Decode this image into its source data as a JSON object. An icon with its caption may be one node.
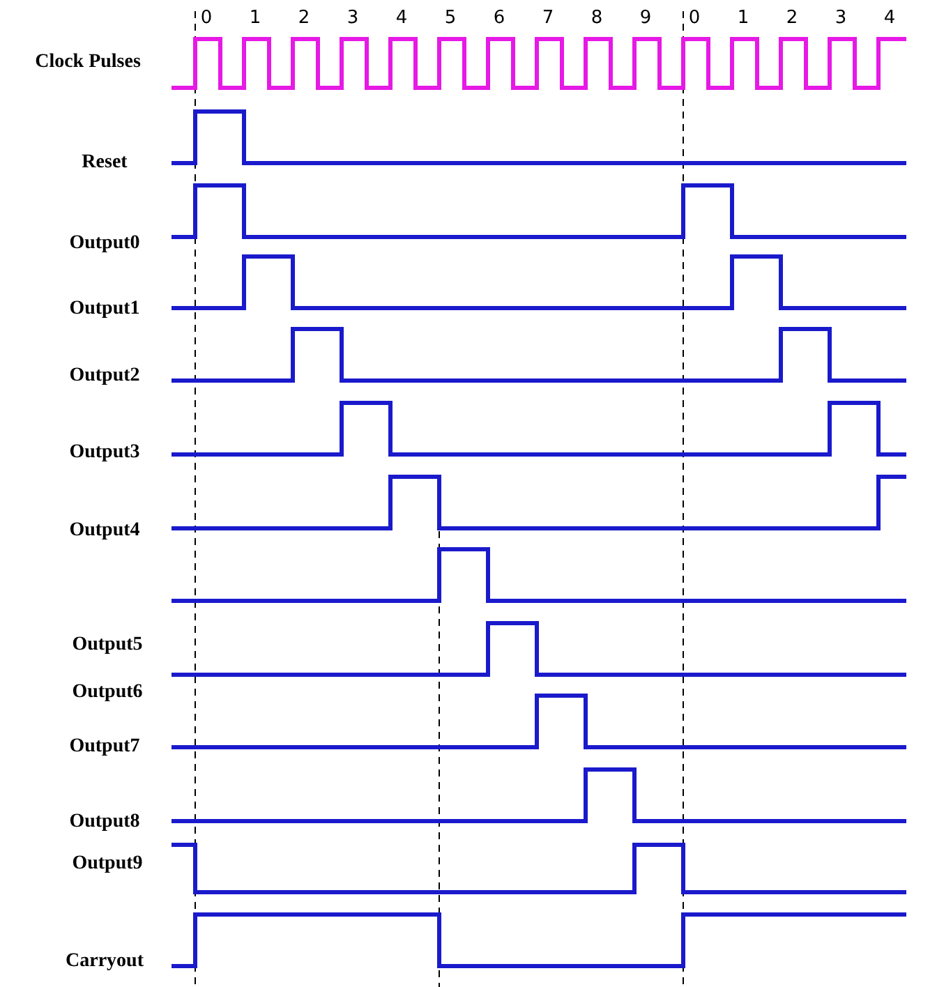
{
  "diagram": {
    "labels": [
      "0",
      "1",
      "2",
      "3",
      "4",
      "5",
      "6",
      "7",
      "8",
      "9",
      "0",
      "1",
      "2",
      "3",
      "4",
      "Clock Pulses",
      "Reset",
      "Output0",
      "Output1",
      "Output2",
      "Output3",
      "Output4",
      "Output5",
      "Output6",
      "Output7",
      "Output8",
      "Output9",
      "Carryout"
    ]
  }
}
